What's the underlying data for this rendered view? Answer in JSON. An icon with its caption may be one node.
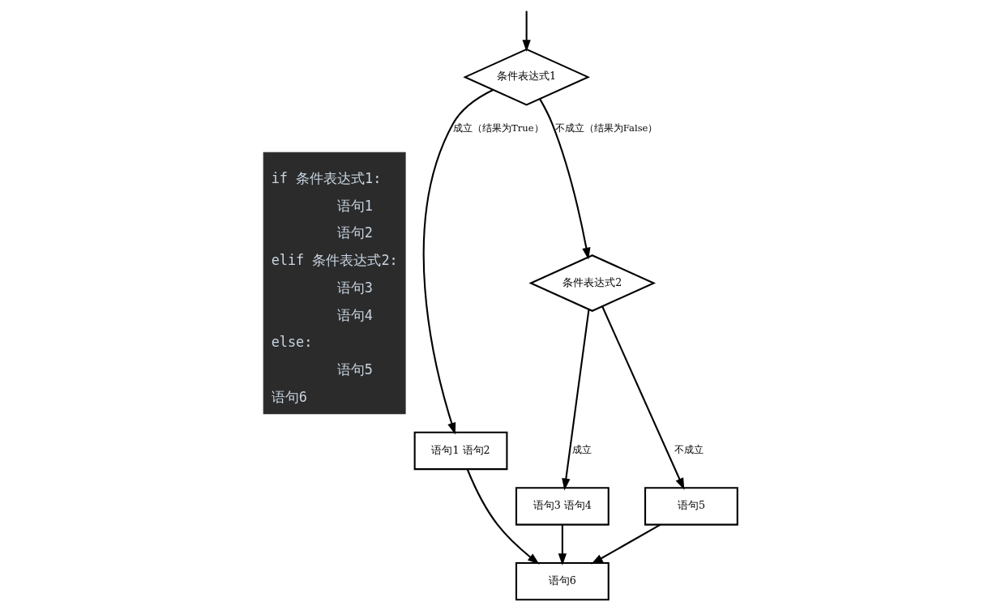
{
  "diagram": {
    "nodes": [
      {
        "text": [
          "if 条件表达式1:",
          "语句1",
          "语句2",
          "elif 条件表达式2:",
          "语句3",
          "语句4",
          "else:",
          "语句5",
          "语句6"
        ]
      },
      {
        "text": [
          "条件表达式1"
        ]
      },
      {
        "text": [
          "语句1 语句2"
        ]
      },
      {
        "text": [
          "条件表达式2"
        ]
      },
      {
        "text": [
          "语句3 语句4"
        ]
      },
      {
        "text": [
          "语句5"
        ]
      },
      {
        "text": [
          "语句6"
        ]
      }
    ],
    "edges": [
      {
        "from": null,
        "to": 1,
        "arrow": "to"
      },
      {
        "from": 1,
        "to": 2,
        "arrow": "to",
        "label": "成立（结果为True）"
      },
      {
        "from": 1,
        "to": 3,
        "arrow": "to",
        "label": "不成立（结果为False）"
      },
      {
        "from": 3,
        "to": 4,
        "arrow": "to",
        "label": "成立"
      },
      {
        "from": 3,
        "to": 5,
        "arrow": "to",
        "label": "不成立"
      },
      {
        "from": 2,
        "to": 6,
        "arrow": "to"
      },
      {
        "from": 4,
        "to": 6,
        "arrow": "to"
      },
      {
        "from": 5,
        "to": 6,
        "arrow": "to"
      }
    ]
  }
}
